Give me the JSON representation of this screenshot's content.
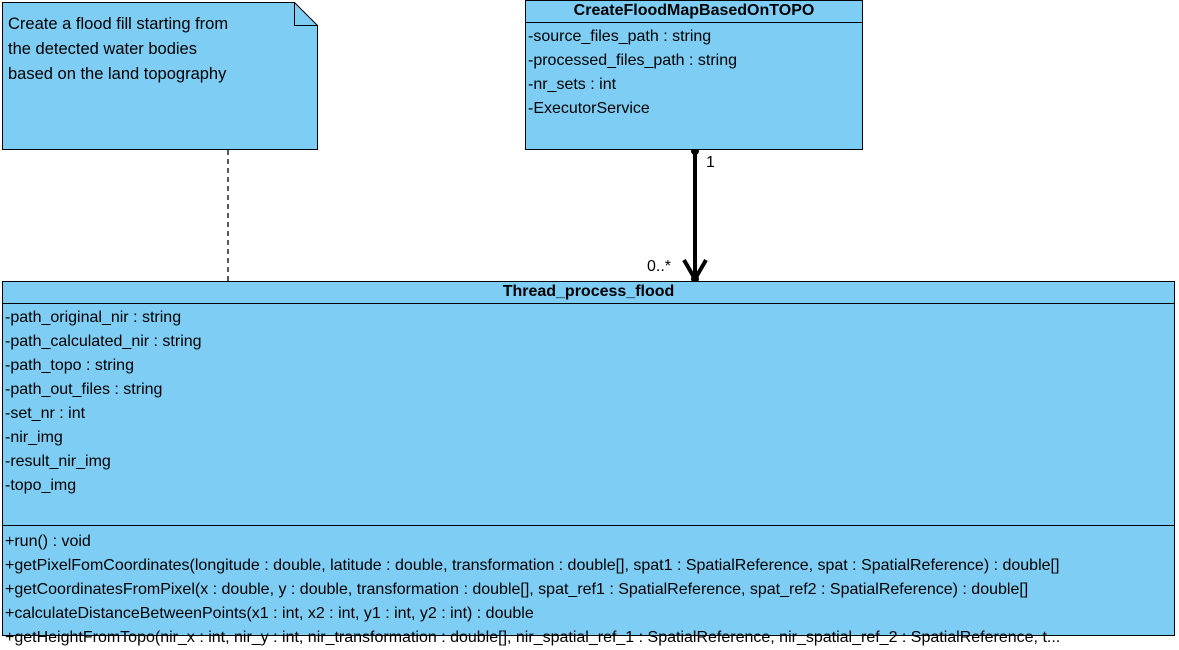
{
  "note": {
    "text": "Create a flood fill starting from\nthe detected water bodies\nbased on the land topography",
    "fill": "#7dcdf4"
  },
  "class_top": {
    "name": "CreateFloodMapBasedOnTOPO",
    "attributes": [
      "-source_files_path : string",
      "-processed_files_path : string",
      "-nr_sets : int",
      "-ExecutorService"
    ]
  },
  "class_main": {
    "name": "Thread_process_flood",
    "attributes": [
      "-path_original_nir : string",
      "-path_calculated_nir : string",
      "-path_topo : string",
      "-path_out_files : string",
      "-set_nr : int",
      "-nir_img",
      "-result_nir_img",
      "-topo_img"
    ],
    "operations": [
      "+run() : void",
      "+getPixelFomCoordinates(longitude : double, latitude : double, transformation : double[], spat1 : SpatialReference, spat : SpatialReference) : double[]",
      "+getCoordinatesFromPixel(x : double, y : double, transformation : double[], spat_ref1 : SpatialReference, spat_ref2 : SpatialReference) : double[]",
      "+calculateDistanceBetweenPoints(x1 : int, x2 : int, y1 : int, y2 : int) : double",
      "+getHeightFromTopo(nir_x : int, nir_y : int, nir_transformation : double[], nir_spatial_ref_1 : SpatialReference, nir_spatial_ref_2 : SpatialReference, t..."
    ]
  },
  "association": {
    "source_multiplicity": "1",
    "target_multiplicity": "0..*"
  },
  "colors": {
    "class_fill": "#7dcdf4",
    "border": "#000000"
  }
}
